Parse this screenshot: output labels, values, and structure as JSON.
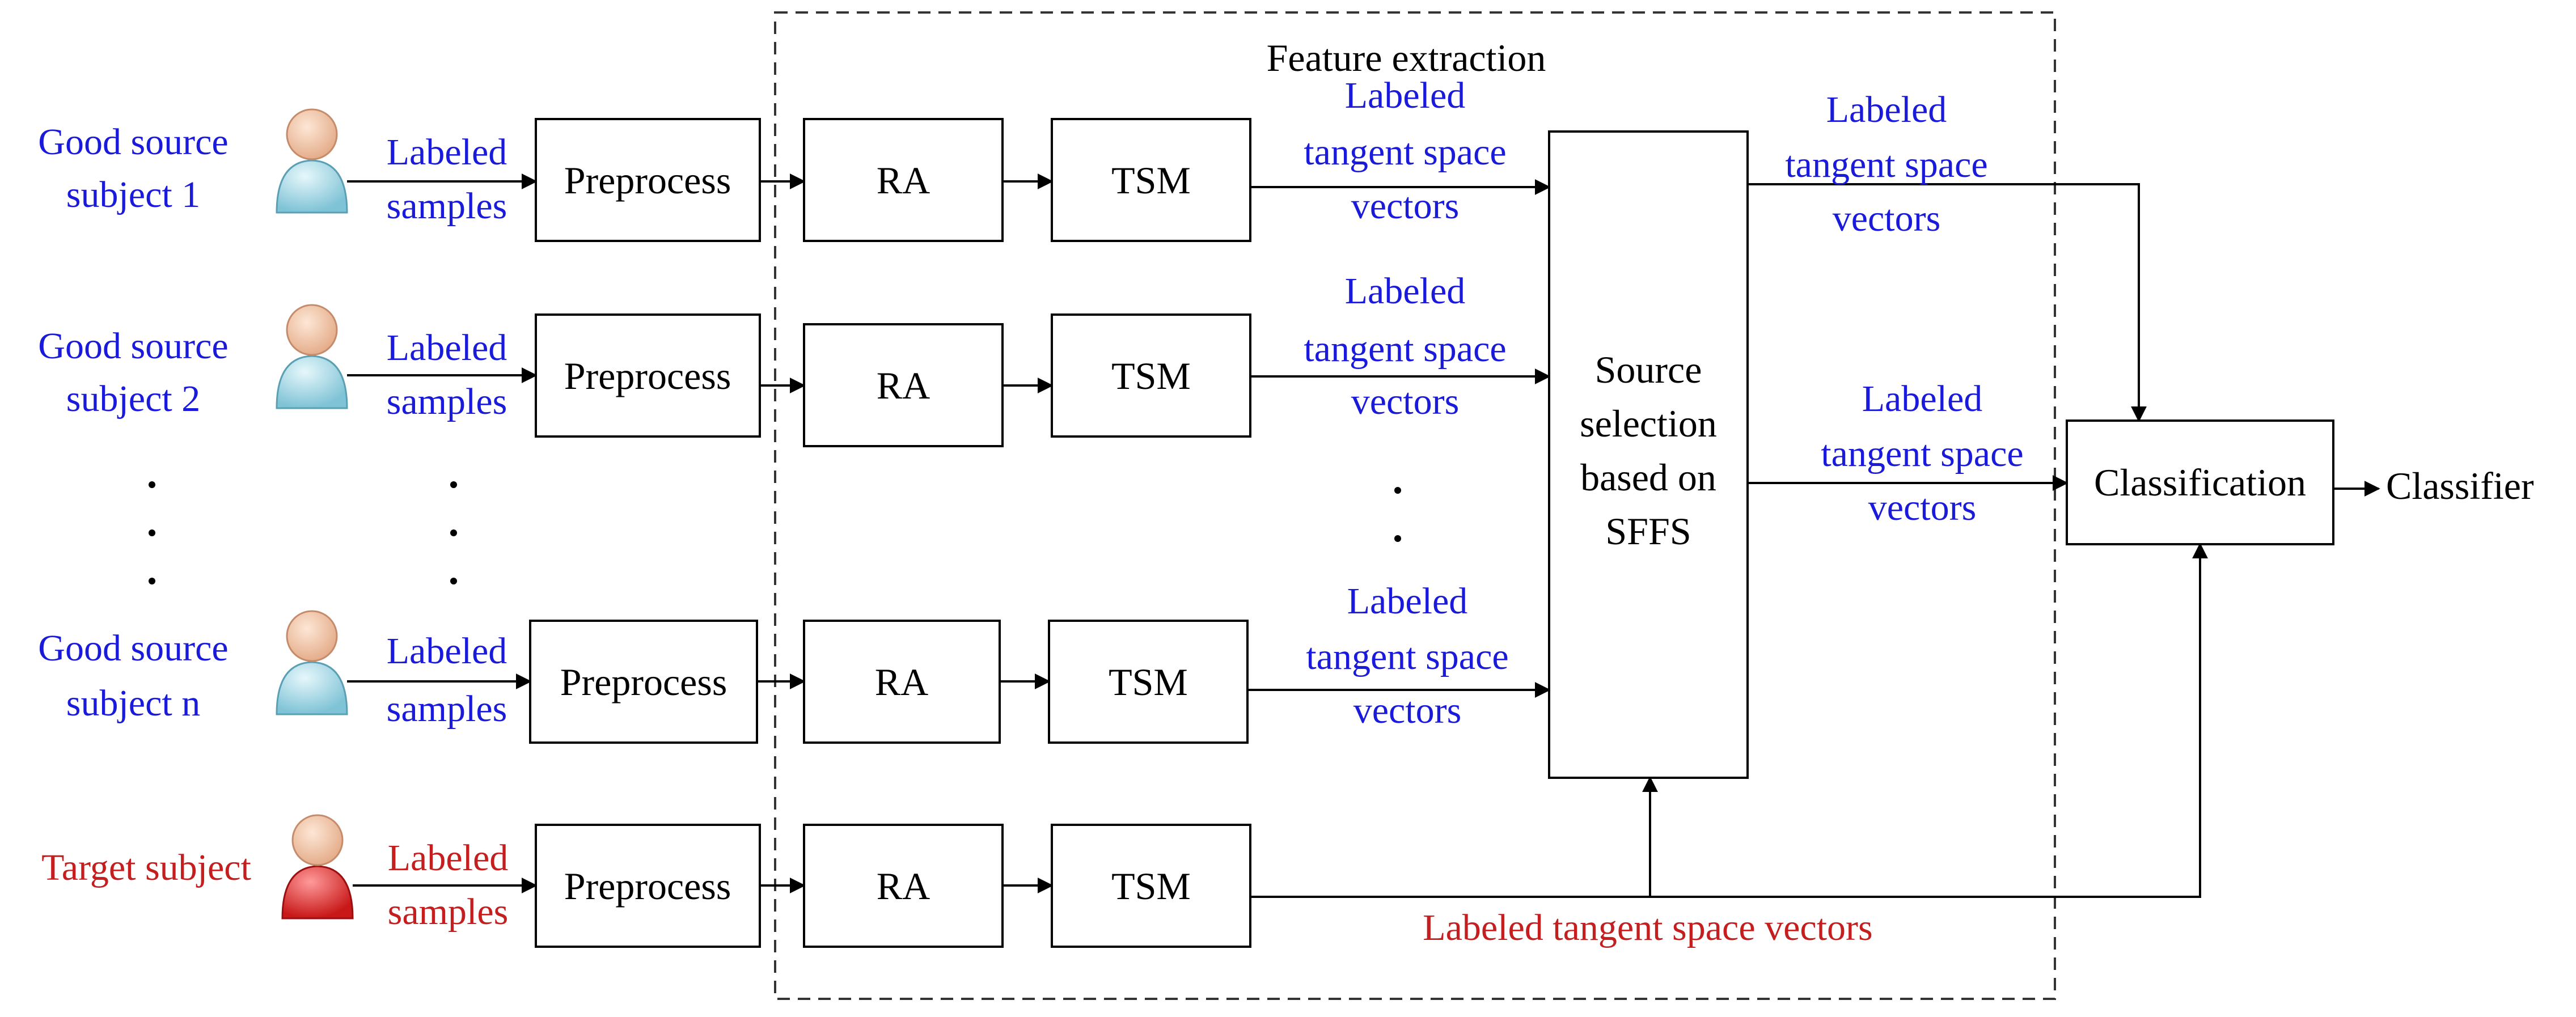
{
  "feature_extraction_label": "Feature extraction",
  "subjects": [
    {
      "name_line1": "Good source",
      "name_line2": "subject 1",
      "samples_line1": "Labeled",
      "samples_line2": "samples",
      "kind": "source"
    },
    {
      "name_line1": "Good source",
      "name_line2": "subject 2",
      "samples_line1": "Labeled",
      "samples_line2": "samples",
      "kind": "source"
    },
    {
      "name_line1": "Good source",
      "name_line2": "subject n",
      "samples_line1": "Labeled",
      "samples_line2": "samples",
      "kind": "source"
    },
    {
      "name_line1": "Target subject",
      "name_line2": "",
      "samples_line1": "Labeled",
      "samples_line2": "samples",
      "kind": "target"
    }
  ],
  "blocks": {
    "preprocess": "Preprocess",
    "ra": "RA",
    "tsm": "TSM",
    "classification": "Classification",
    "classifier": "Classifier",
    "source_selection": [
      "Source",
      "selection",
      "based on",
      "SFFS"
    ]
  },
  "vector_label": [
    "Labeled",
    "tangent space",
    "vectors"
  ],
  "target_vector_label": "Labeled tangent space vectors",
  "ellipsis": "·",
  "colors": {
    "source_text": "#1a1adb",
    "target_text": "#c41e1e",
    "source_person": "#9fd6e3",
    "target_person": "#e23a3a",
    "skin": "#f2c6a4"
  },
  "icons": {
    "source_subject": "person-icon",
    "target_subject": "person-icon"
  }
}
